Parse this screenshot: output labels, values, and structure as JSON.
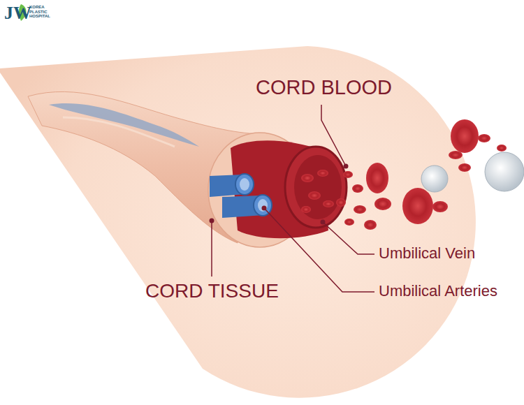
{
  "diagram": {
    "labels": [
      "JW",
      "KOREA PLASTIC HOSPITAL",
      "CORD BLOOD",
      "Umbilical Vein",
      "CORD TISSUE",
      "Umbilical Arteries"
    ]
  }
}
